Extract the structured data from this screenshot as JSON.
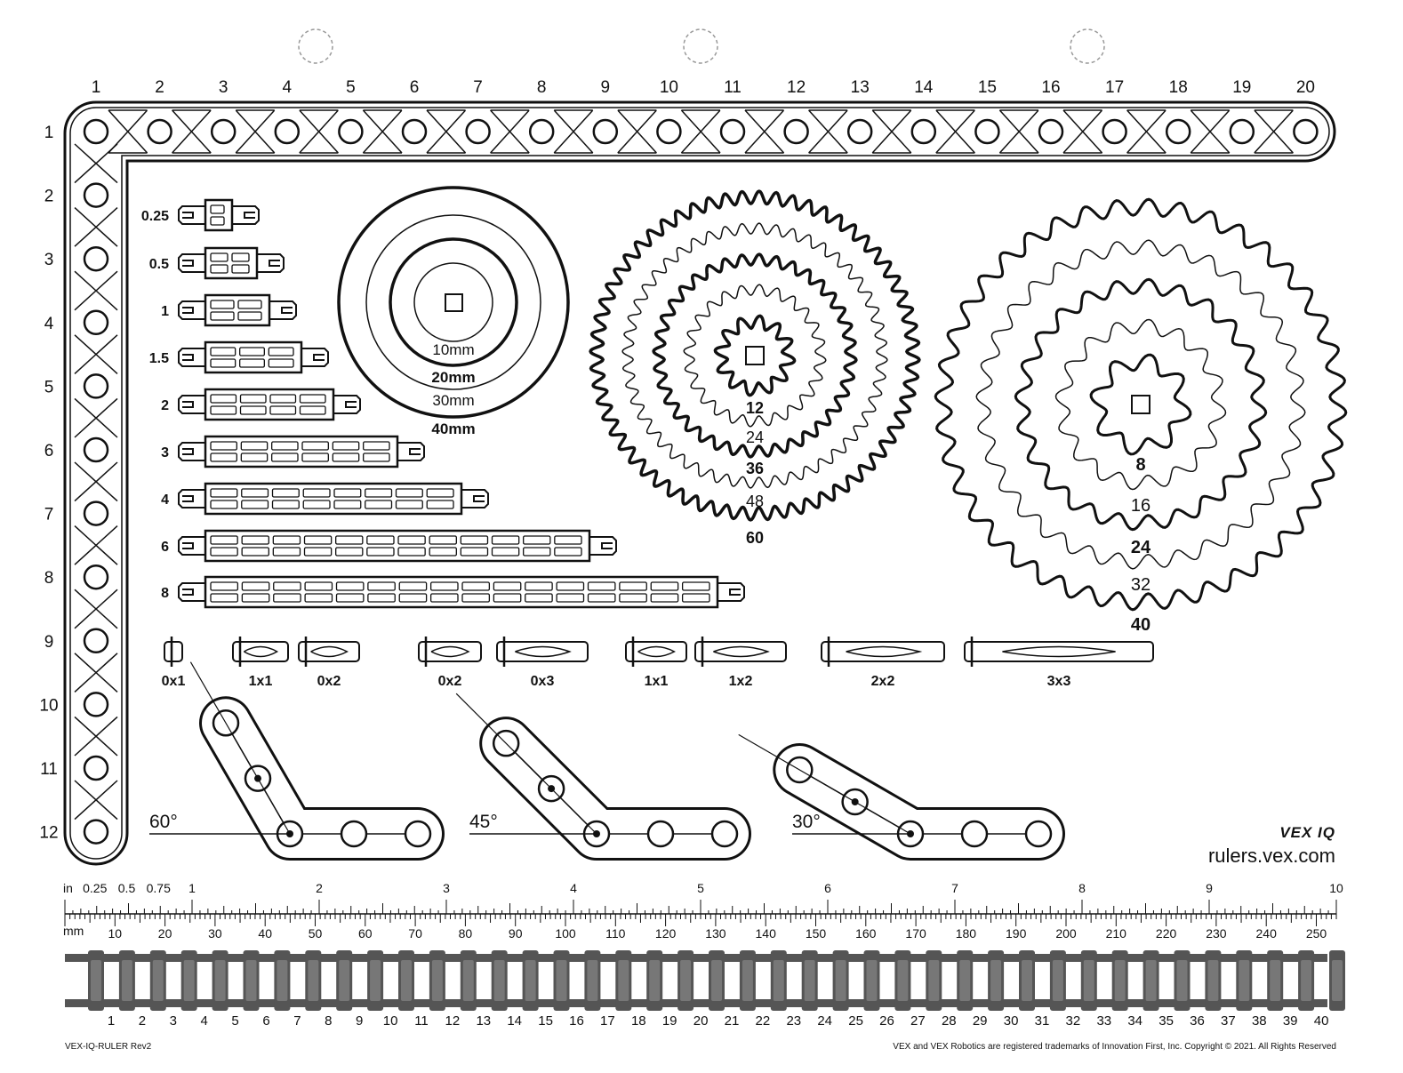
{
  "top_numbers": [
    "1",
    "2",
    "3",
    "4",
    "5",
    "6",
    "7",
    "8",
    "9",
    "10",
    "11",
    "12",
    "13",
    "14",
    "15",
    "16",
    "17",
    "18",
    "19",
    "20"
  ],
  "side_numbers": [
    "1",
    "2",
    "3",
    "4",
    "5",
    "6",
    "7",
    "8",
    "9",
    "10",
    "11",
    "12"
  ],
  "beam_labels": [
    "0.25",
    "0.5",
    "1",
    "1.5",
    "2",
    "3",
    "4",
    "6",
    "8"
  ],
  "pulley_labels": [
    "10mm",
    "20mm",
    "30mm",
    "40mm"
  ],
  "gear_small_labels": [
    "12",
    "24",
    "36",
    "48",
    "60"
  ],
  "gear_large_labels": [
    "8",
    "16",
    "24",
    "32",
    "40"
  ],
  "pin_labels": [
    "0x1",
    "1x1",
    "0x2",
    "0x2",
    "0x3",
    "1x1",
    "1x2",
    "2x2",
    "3x3"
  ],
  "angle_labels": [
    "60°",
    "45°",
    "30°"
  ],
  "brand": {
    "logo": "VEX IQ",
    "url": "rulers.vex.com"
  },
  "ruler_in": {
    "unit": "in",
    "fractions": [
      "0.25",
      "0.5",
      "0.75"
    ],
    "ticks": [
      "1",
      "2",
      "3",
      "4",
      "5",
      "6",
      "7",
      "8",
      "9",
      "10"
    ]
  },
  "ruler_mm": {
    "unit": "mm",
    "ticks": [
      "10",
      "20",
      "30",
      "40",
      "50",
      "60",
      "70",
      "80",
      "90",
      "100",
      "110",
      "120",
      "130",
      "140",
      "150",
      "160",
      "170",
      "180",
      "190",
      "200",
      "210",
      "220",
      "230",
      "240",
      "250"
    ]
  },
  "chain_numbers": [
    "1",
    "2",
    "3",
    "4",
    "5",
    "6",
    "7",
    "8",
    "9",
    "10",
    "11",
    "12",
    "13",
    "14",
    "15",
    "16",
    "17",
    "18",
    "19",
    "20",
    "21",
    "22",
    "23",
    "24",
    "25",
    "26",
    "27",
    "28",
    "29",
    "30",
    "31",
    "32",
    "33",
    "34",
    "35",
    "36",
    "37",
    "38",
    "39",
    "40"
  ],
  "footer": {
    "left": "VEX-IQ-RULER Rev2",
    "right": "VEX and VEX Robotics are registered trademarks of Innovation First, Inc. Copyright © 2021. All Rights Reserved"
  },
  "colors": {
    "ink": "#111111",
    "chain": "#555555",
    "hole_guide": "#999999"
  }
}
